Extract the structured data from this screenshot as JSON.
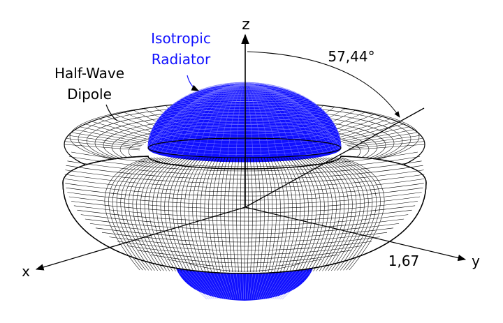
{
  "colors": {
    "isotropic": "#1010ff",
    "dipole": "#000000",
    "axis": "#000000"
  },
  "labels": {
    "isotropic_line1": "Isotropic",
    "isotropic_line2": "Radiator",
    "dipole_line1": "Half-Wave",
    "dipole_line2": "Dipole",
    "angle": "57,44°",
    "gain": "1,67",
    "axis_x": "x",
    "axis_y": "y",
    "axis_z": "z"
  }
}
